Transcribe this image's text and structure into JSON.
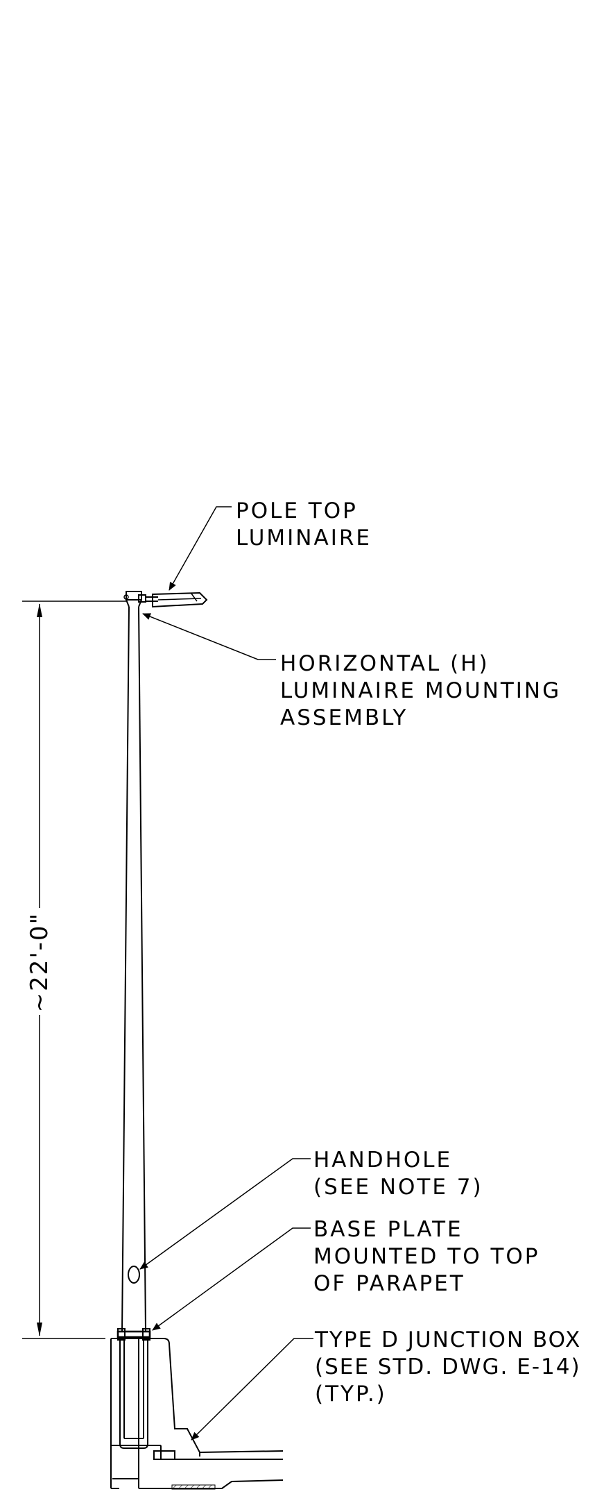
{
  "drawing": {
    "dimension": "~22'-0\"",
    "callouts": {
      "luminaire": [
        "POLE TOP",
        "LUMINAIRE"
      ],
      "mounting": [
        "HORIZONTAL (H)",
        "LUMINAIRE MOUNTING",
        "ASSEMBLY"
      ],
      "handhole": [
        "HANDHOLE",
        "(SEE NOTE 7)"
      ],
      "baseplate": [
        "BASE PLATE",
        "MOUNTED TO TOP",
        "OF PARAPET"
      ],
      "junction": [
        "TYPE D JUNCTION BOX",
        "(SEE STD. DWG. E-14)",
        "(TYP.)"
      ]
    }
  }
}
